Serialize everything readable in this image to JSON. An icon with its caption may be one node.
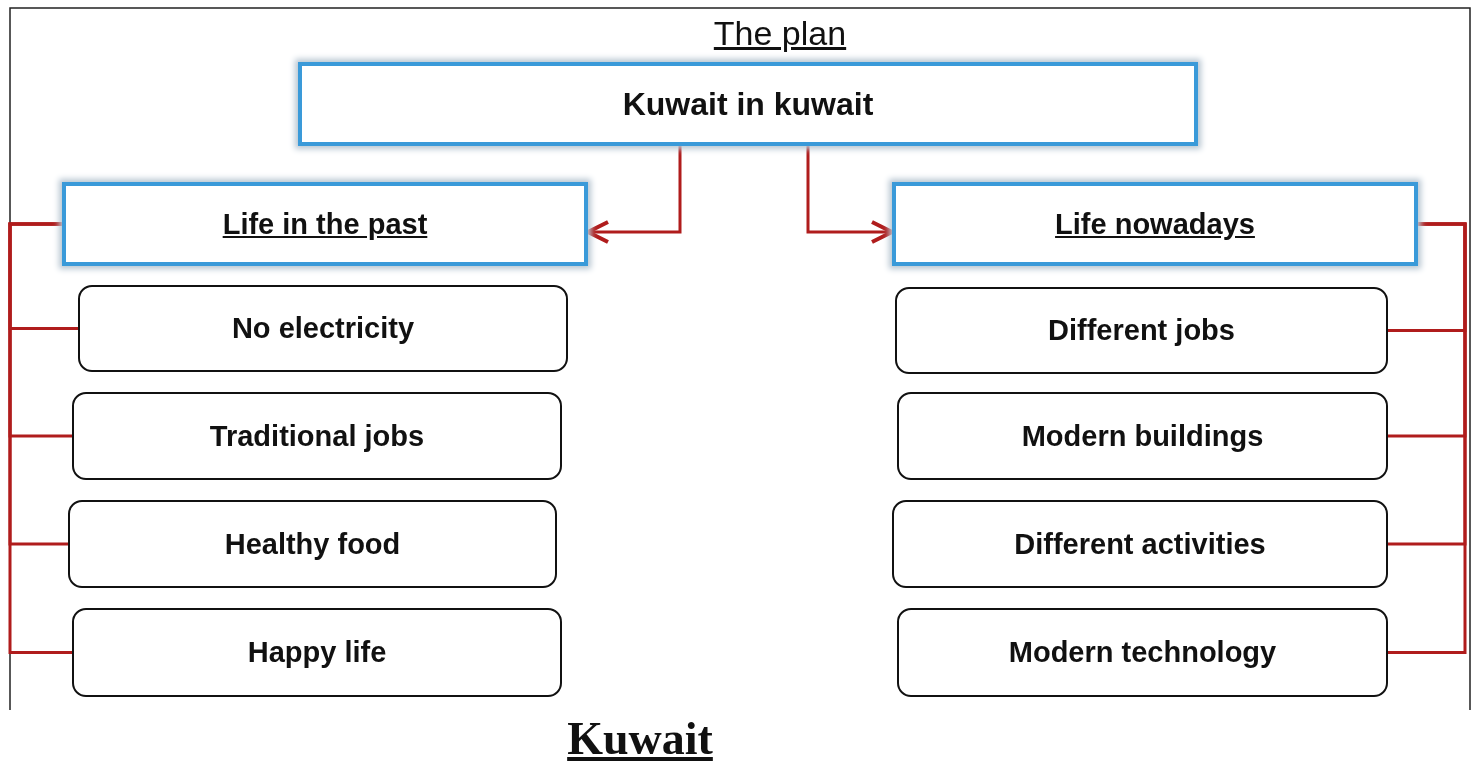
{
  "diagram": {
    "title": "The plan",
    "caption": "Kuwait",
    "nodes": [
      {
        "text": [
          "Kuwait in kuwait"
        ]
      },
      {
        "text": [
          "Life in the past"
        ]
      },
      {
        "text": [
          "Life nowadays"
        ]
      },
      {
        "text": [
          "No electricity"
        ]
      },
      {
        "text": [
          "Traditional jobs"
        ]
      },
      {
        "text": [
          "Healthy food"
        ]
      },
      {
        "text": [
          "Happy life"
        ]
      },
      {
        "text": [
          "Different jobs"
        ]
      },
      {
        "text": [
          "Modern buildings"
        ]
      },
      {
        "text": [
          "Different activities"
        ]
      },
      {
        "text": [
          "Modern technology"
        ]
      }
    ],
    "edges": [
      {
        "from": 0,
        "to": 1,
        "arrow": "to"
      },
      {
        "from": 0,
        "to": 2,
        "arrow": "to"
      },
      {
        "from": 1,
        "to": 3,
        "arrow": "none"
      },
      {
        "from": 1,
        "to": 4,
        "arrow": "none"
      },
      {
        "from": 1,
        "to": 5,
        "arrow": "none"
      },
      {
        "from": 1,
        "to": 6,
        "arrow": "none"
      },
      {
        "from": 2,
        "to": 7,
        "arrow": "none"
      },
      {
        "from": 2,
        "to": 8,
        "arrow": "none"
      },
      {
        "from": 2,
        "to": 9,
        "arrow": "none"
      },
      {
        "from": 2,
        "to": 10,
        "arrow": "none"
      }
    ]
  }
}
